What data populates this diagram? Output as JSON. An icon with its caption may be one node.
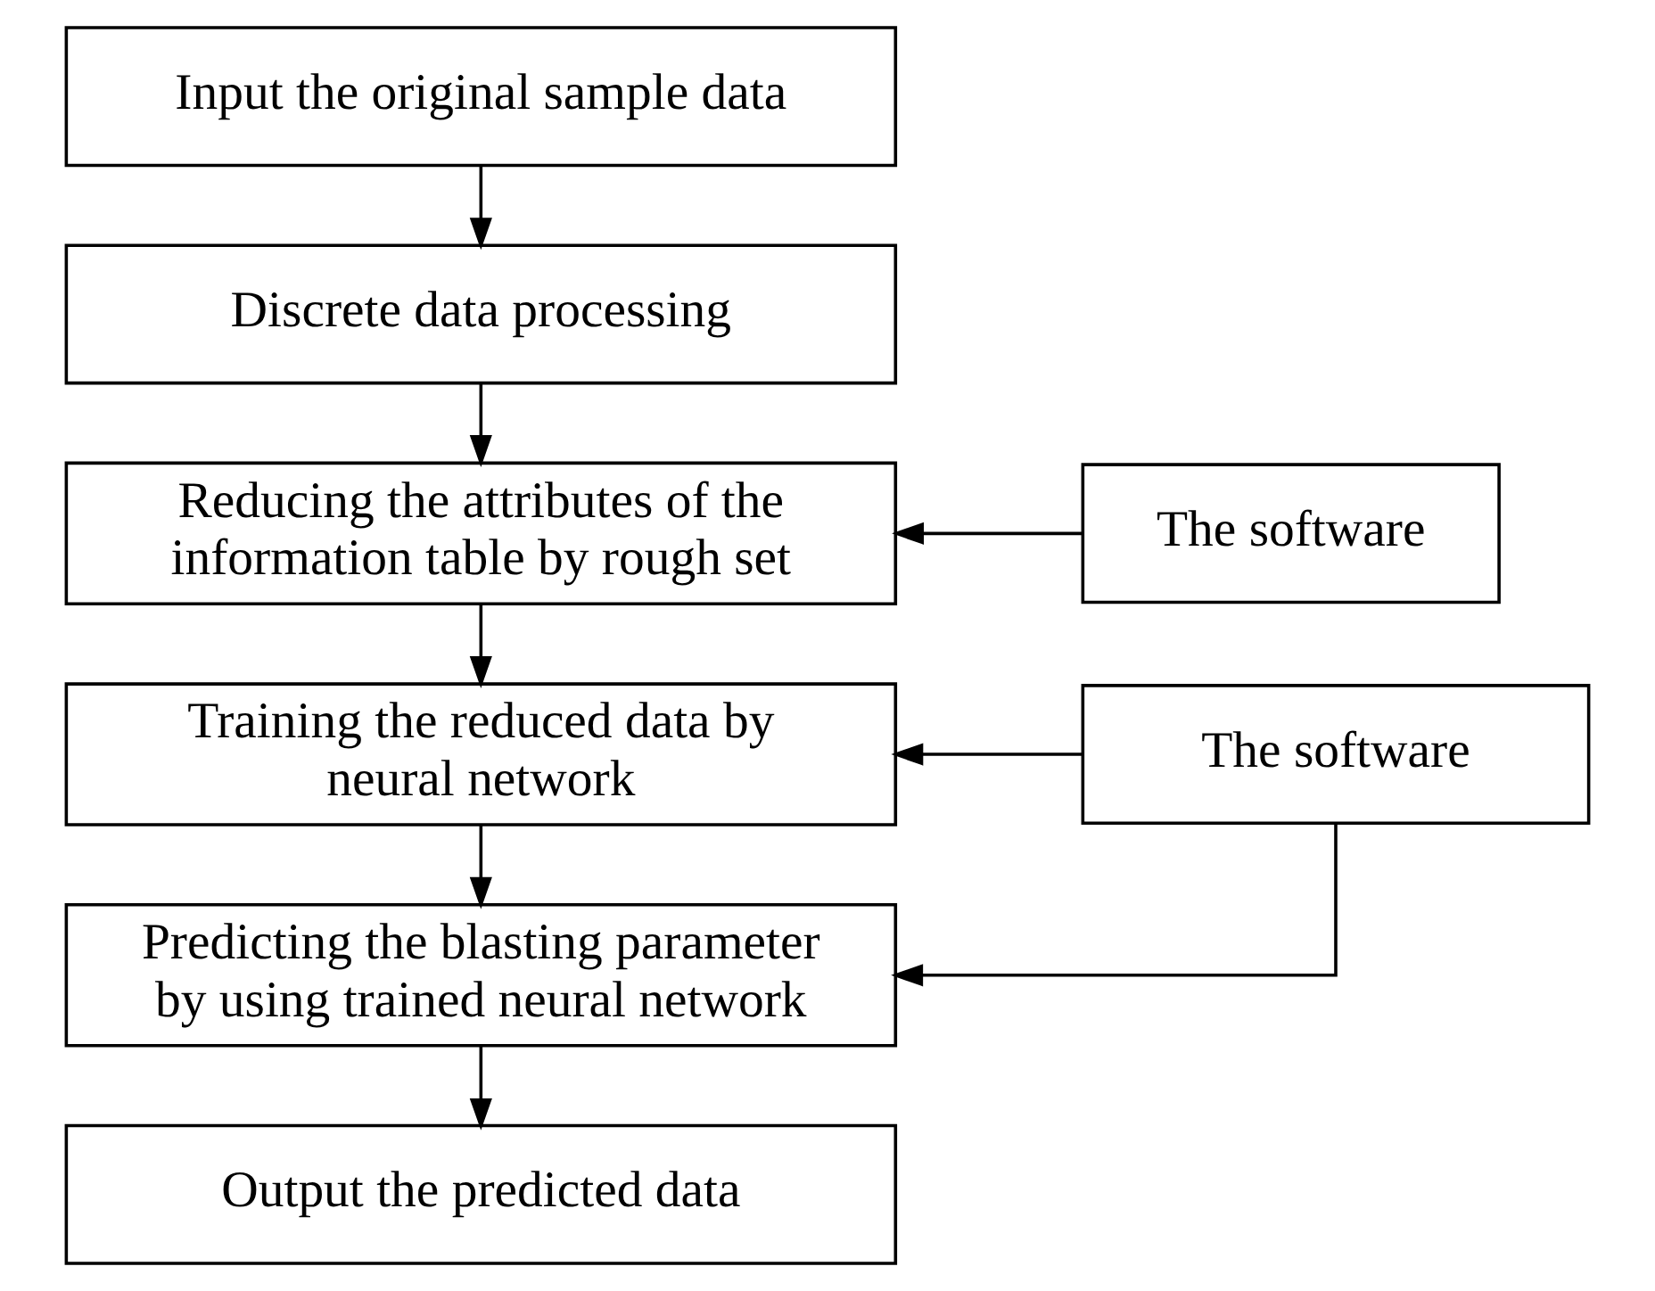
{
  "diagram": {
    "nodes": [
      {
        "text": [
          "Input the original sample data"
        ]
      },
      {
        "text": [
          "Discrete data processing"
        ]
      },
      {
        "text": [
          "Reducing the attributes of the information table by rough set"
        ]
      },
      {
        "text": [
          "Training the reduced data by neural network"
        ]
      },
      {
        "text": [
          "Predicting the blasting parameter by using trained neural network"
        ]
      },
      {
        "text": [
          "Output the predicted data"
        ]
      },
      {
        "text": [
          "The software"
        ]
      },
      {
        "text": [
          "The software"
        ]
      }
    ],
    "edges": [
      {
        "from": 0,
        "to": 1,
        "arrow": "to"
      },
      {
        "from": 1,
        "to": 2,
        "arrow": "to"
      },
      {
        "from": 2,
        "to": 3,
        "arrow": "to"
      },
      {
        "from": 3,
        "to": 4,
        "arrow": "to"
      },
      {
        "from": 4,
        "to": 5,
        "arrow": "to"
      },
      {
        "from": 6,
        "to": 2,
        "arrow": "to"
      },
      {
        "from": 7,
        "to": 3,
        "arrow": "to"
      },
      {
        "from": 7,
        "to": 4,
        "arrow": "to"
      }
    ]
  }
}
